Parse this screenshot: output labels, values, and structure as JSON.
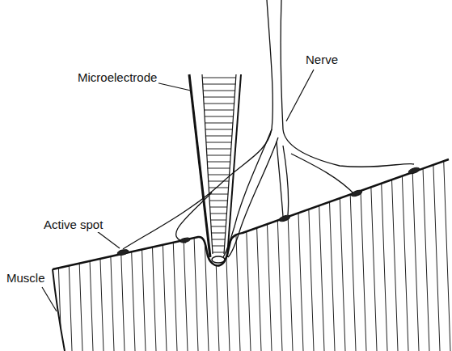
{
  "diagram": {
    "labels": [
      "Microelectrode",
      "Nerve",
      "Active spot",
      "Muscle"
    ]
  }
}
